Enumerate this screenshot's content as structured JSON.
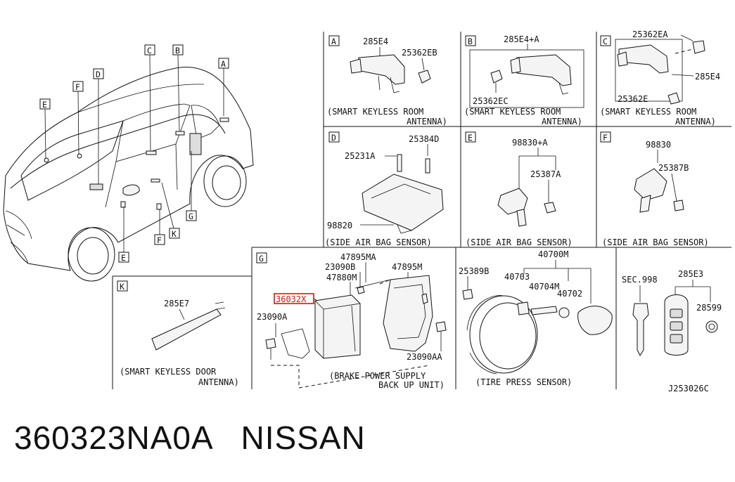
{
  "figure_code": "J253026C",
  "caption": {
    "part_number": "360323NA0A",
    "brand": "NISSAN",
    "separator": "   "
  },
  "highlight_color": "#dd1111",
  "car_callouts": [
    "A",
    "B",
    "C",
    "D",
    "E",
    "E",
    "F",
    "F",
    "G",
    "K"
  ],
  "panels": {
    "A": {
      "letter": "A",
      "parts": [
        "285E4",
        "25362EB"
      ],
      "caption1": "(SMART KEYLESS ROOM",
      "caption2": "ANTENNA)"
    },
    "B": {
      "letter": "B",
      "parts": [
        "285E4+A",
        "25362EC"
      ],
      "caption1": "(SMART KEYLESS ROOM",
      "caption2": "ANTENNA)"
    },
    "C": {
      "letter": "C",
      "parts": [
        "25362EA",
        "285E4",
        "25362E"
      ],
      "caption1": "(SMART KEYLESS ROOM",
      "caption2": "ANTENNA)"
    },
    "D": {
      "letter": "D",
      "parts": [
        "25384D",
        "25231A",
        "98820"
      ],
      "caption1": "(SIDE AIR BAG SENSOR)"
    },
    "E": {
      "letter": "E",
      "parts": [
        "98830+A",
        "25387A"
      ],
      "caption1": "(SIDE AIR BAG SENSOR)"
    },
    "F": {
      "letter": "F",
      "parts": [
        "98830",
        "25387B"
      ],
      "caption1": "(SIDE AIR BAG SENSOR)"
    },
    "G": {
      "letter": "G",
      "parts": [
        "47895MA",
        "23090B",
        "47880M",
        "47895M",
        "36032X",
        "23090A",
        "23090AA"
      ],
      "caption1": "(BRAKE POWER SUPPLY",
      "caption2": "BACK UP UNIT)"
    },
    "TIRE": {
      "parts": [
        "40700M",
        "25389B",
        "40703",
        "40704M",
        "40702"
      ],
      "caption1": "(TIRE PRESS SENSOR)"
    },
    "KEY": {
      "parts": [
        "SEC.998",
        "285E3",
        "28599"
      ]
    },
    "K": {
      "letter": "K",
      "parts": [
        "285E7"
      ],
      "caption1": "(SMART KEYLESS DOOR",
      "caption2": "ANTENNA)"
    }
  }
}
